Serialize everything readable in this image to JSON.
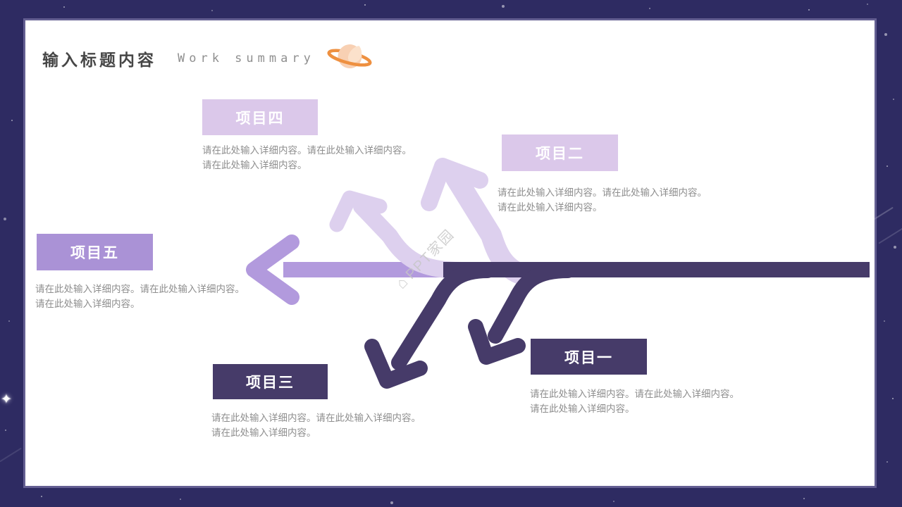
{
  "header": {
    "title": "输入标题内容",
    "subtitle": "Work summary"
  },
  "watermark": {
    "logo_glyph": "⌂",
    "text": "PPT家园"
  },
  "icons": {
    "bright_star_glyph": "✦",
    "saturn_icon": "saturn-planet"
  },
  "projects": [
    {
      "label": "项目一",
      "desc_line1": "请在此处输入详细内容。请在此处输入详细内容。",
      "desc_line2": "请在此处输入详细内容。"
    },
    {
      "label": "项目二",
      "desc_line1": "请在此处输入详细内容。请在此处输入详细内容。",
      "desc_line2": "请在此处输入详细内容。"
    },
    {
      "label": "项目三",
      "desc_line1": "请在此处输入详细内容。请在此处输入详细内容。",
      "desc_line2": "请在此处输入详细内容。"
    },
    {
      "label": "项目四",
      "desc_line1": "请在此处输入详细内容。请在此处输入详细内容。",
      "desc_line2": "请在此处输入详细内容。"
    },
    {
      "label": "项目五",
      "desc_line1": "请在此处输入详细内容。请在此处输入详细内容。",
      "desc_line2": "请在此处输入详细内容。"
    }
  ],
  "colors": {
    "border_background": "#2e2b62",
    "panel": "#ffffff",
    "pale_box": "#dbc8ea",
    "pale_arrow": "#ddd0ee",
    "medium_purple": "#aa92d6",
    "purple_arrow": "#b29add",
    "dark_navy": "#463b69",
    "body_text": "#8e8e8e",
    "title_text": "#464646",
    "saturn_ring": "#ee9040",
    "saturn_body": "#f8d0b3"
  }
}
